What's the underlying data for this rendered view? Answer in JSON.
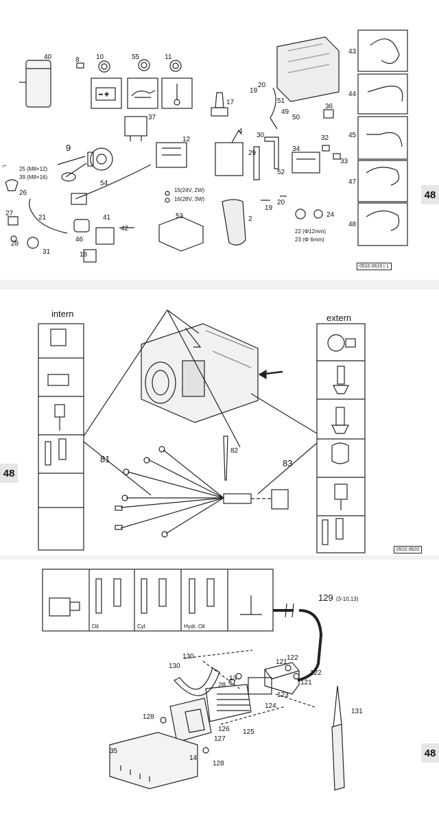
{
  "section_tab": "48",
  "page1": {
    "ref_code": "0510 0619",
    "ref_suffix": "1",
    "labels": {
      "n40": "40",
      "n8": "8",
      "n10": "10",
      "n55": "55",
      "n11": "11",
      "n9": "9",
      "n37": "37",
      "n17": "17",
      "n12": "12",
      "n4": "4",
      "n19a": "19",
      "n20a": "20",
      "n51": "51",
      "n49": "49",
      "n50": "50",
      "n36": "36",
      "n43": "43",
      "n44": "44",
      "n45": "45",
      "n47": "47",
      "n48": "48",
      "n30": "30",
      "n29": "29",
      "n34": "34",
      "n32": "32",
      "n33": "33",
      "n52": "52",
      "n54": "54",
      "n26": "26",
      "n21": "21",
      "n27": "27",
      "n28": "28",
      "n31": "31",
      "n41": "41",
      "n42": "42",
      "n46": "46",
      "n18": "18",
      "n53": "53",
      "n2": "2",
      "n19b": "19",
      "n20b": "20",
      "n24": "24",
      "bracket_a": "25 (M8×12)",
      "bracket_b": "39 (M8×16)",
      "bulb_a": "15(24V, 2W)",
      "bulb_b": "16(28V, 3W)",
      "grommet_a": "22 (Φ12mm)",
      "grommet_b": "23 (Φ 6mm)"
    }
  },
  "page2": {
    "heading_left": "intern",
    "heading_right": "extern",
    "ref_code": "0510 0620",
    "labels": {
      "n81": "81",
      "n82": "82",
      "n83": "83"
    }
  },
  "page3": {
    "cell_labels": {
      "oil": "Oil",
      "cyl": "Cyl.",
      "hydr": "Hydr. Oil"
    },
    "labels": {
      "n129": "129",
      "n129sub": "(3-10,13)",
      "n130a": "130",
      "n130b": "130",
      "n122a": "122",
      "n121a": "121",
      "n122b": "122",
      "n121b": "121",
      "n13": "13",
      "n28": "28",
      "n123": "123",
      "n124": "124",
      "n131": "131",
      "n128a": "128",
      "n126": "126",
      "n125": "125",
      "n127": "127",
      "n35": "35",
      "n14": "14",
      "n128b": "128"
    }
  }
}
